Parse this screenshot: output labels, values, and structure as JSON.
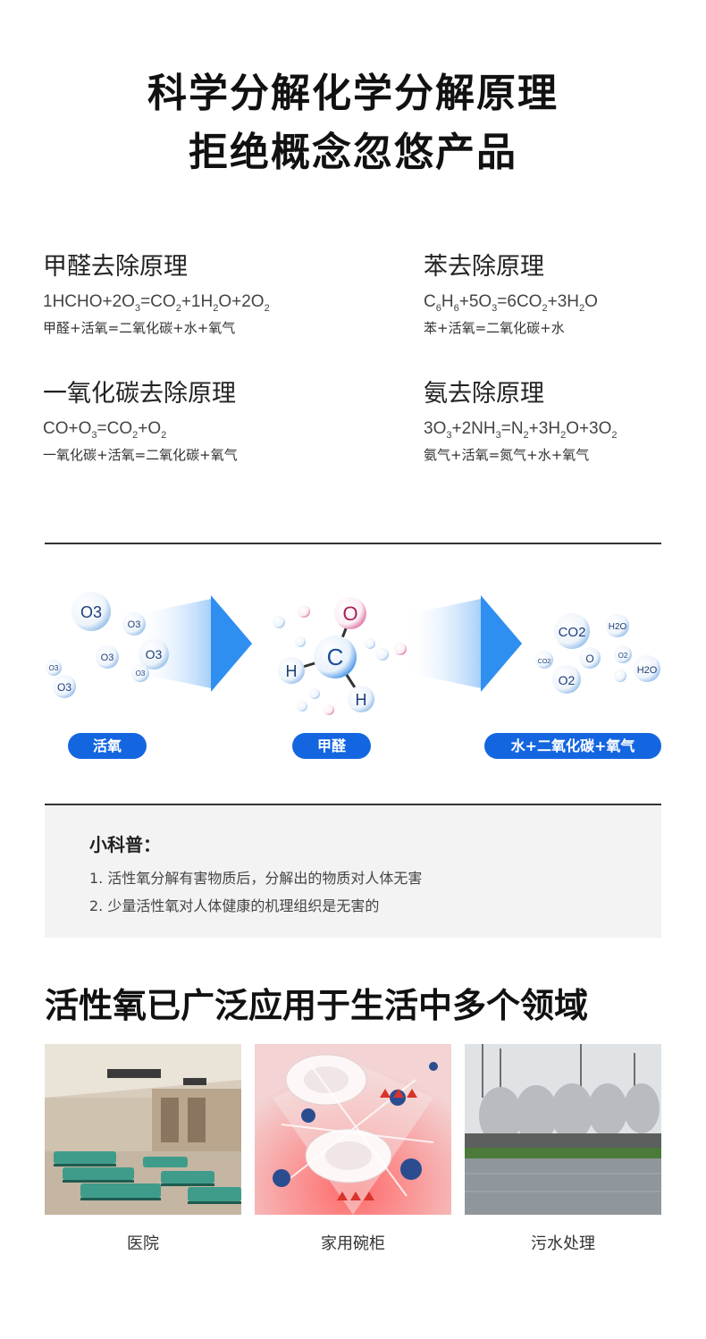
{
  "header": {
    "line1": "科学分解化学分解原理",
    "line2": "拒绝概念忽悠产品"
  },
  "principles": [
    {
      "title": "甲醛去除原理",
      "formula": [
        "1HCHO+2O",
        "3",
        "=CO",
        "2",
        "+1H",
        "2",
        "O+2O",
        "2",
        ""
      ],
      "description": "甲醛+活氧=二氧化碳+水+氧气"
    },
    {
      "title": "苯去除原理",
      "formula": [
        "C",
        "6",
        "H",
        "6",
        "+5O",
        "3",
        "=6CO",
        "2",
        "+3H",
        "2",
        "O"
      ],
      "description": "苯+活氧=二氧化碳+水"
    },
    {
      "title": "一氧化碳去除原理",
      "formula": [
        "CO+O",
        "3",
        "=CO",
        "2",
        "+O",
        "2",
        ""
      ],
      "description": "一氧化碳+活氧=二氧化碳+氧气"
    },
    {
      "title": "氨去除原理",
      "formula": [
        "3O",
        "3",
        "+2NH",
        "3",
        "=N",
        "2",
        "+3H",
        "2",
        "O+3O",
        "2",
        ""
      ],
      "description": "氨气+活氧=氮气+水+氧气"
    }
  ],
  "process": {
    "stage1_label": "活氧",
    "stage2_label": "甲醛",
    "stage3_label": "水+二氧化碳+氧气",
    "molecule_o3": "O3",
    "atom_o": "O",
    "atom_c": "C",
    "atom_h": "H",
    "molecule_co2": "CO2",
    "molecule_h2o": "H2O",
    "molecule_o2": "O2",
    "colors": {
      "pill": "#1466e0",
      "arrow": "#2f8ff0"
    }
  },
  "science": {
    "title": "小科普：",
    "items": [
      "1. 活性氧分解有害物质后，分解出的物质对人体无害",
      "2. 少量活性氧对人体健康的机理组织是无害的"
    ]
  },
  "applications": {
    "title": "活性氧已广泛应用于生活中多个领域",
    "items": [
      {
        "caption": "医院",
        "image_icon": "hospital-waiting-hall-photo"
      },
      {
        "caption": "家用碗柜",
        "image_icon": "dish-cabinet-sterilization-photo"
      },
      {
        "caption": "污水处理",
        "image_icon": "sewage-treatment-plant-photo"
      }
    ]
  }
}
